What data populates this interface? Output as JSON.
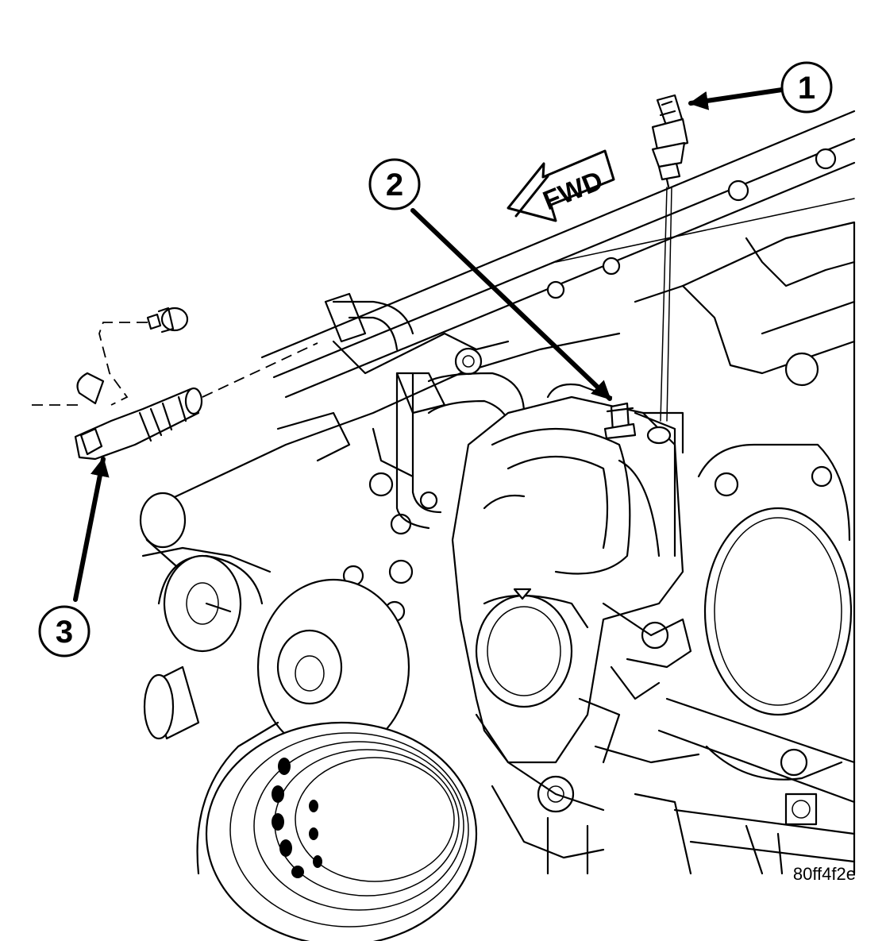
{
  "diagram": {
    "callouts": [
      {
        "id": "1",
        "label": "1"
      },
      {
        "id": "2",
        "label": "2"
      },
      {
        "id": "3",
        "label": "3"
      }
    ],
    "direction_label": "FWD",
    "figure_code": "80ff4f2e"
  }
}
